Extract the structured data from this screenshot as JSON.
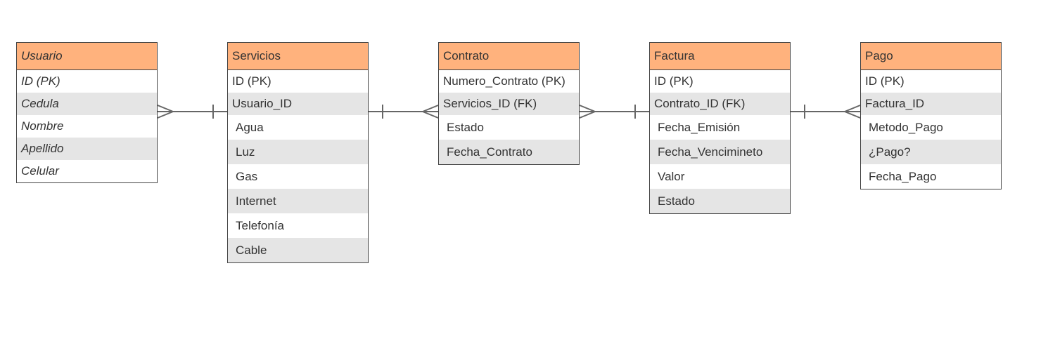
{
  "entities": {
    "usuario": {
      "title": "Usuario",
      "rows": [
        "ID (PK)",
        "Cedula",
        "Nombre",
        "Apellido",
        "Celular"
      ]
    },
    "servicios": {
      "title": "Servicios",
      "rows": [
        "ID (PK)",
        "Usuario_ID",
        "Agua",
        "Luz",
        "Gas",
        "Internet",
        "Telefonía",
        "Cable"
      ]
    },
    "contrato": {
      "title": "Contrato",
      "rows": [
        "Numero_Contrato (PK)",
        "Servicios_ID (FK)",
        "Estado",
        "Fecha_Contrato"
      ]
    },
    "factura": {
      "title": "Factura",
      "rows": [
        "ID (PK)",
        "Contrato_ID (FK)",
        "Fecha_Emisión",
        "Fecha_Vencimineto",
        "Valor",
        "Estado"
      ]
    },
    "pago": {
      "title": "Pago",
      "rows": [
        "ID (PK)",
        "Factura_ID",
        "Metodo_Pago",
        "¿Pago?",
        "Fecha_Pago"
      ]
    }
  },
  "relationships": [
    {
      "from": "usuario",
      "from_end": "many",
      "to": "servicios",
      "to_end": "one"
    },
    {
      "from": "servicios",
      "from_end": "one",
      "to": "contrato",
      "to_end": "many"
    },
    {
      "from": "contrato",
      "from_end": "many",
      "to": "factura",
      "to_end": "one"
    },
    {
      "from": "factura",
      "from_end": "one",
      "to": "pago",
      "to_end": "many"
    }
  ],
  "colors": {
    "header_fill": "#ffb27d",
    "row_shade": "#e5e5e5",
    "border": "#444444",
    "connector": "#666666"
  }
}
